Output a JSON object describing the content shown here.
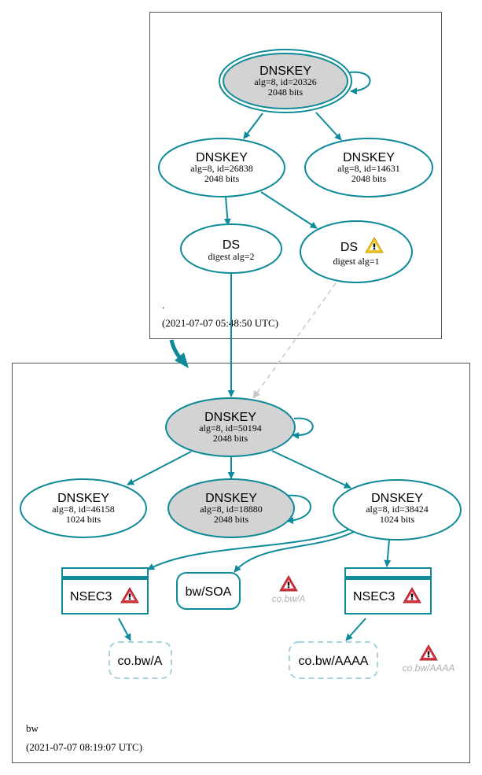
{
  "colors": {
    "teal": "#0e8a99",
    "grey_fill": "#d3d3d3",
    "dashed_blue": "#a8d2dc",
    "warning_yellow": "#f0c419",
    "error_red": "#d9333d",
    "dashed_grey": "#c8c8c8"
  },
  "root_zone": {
    "name": ".",
    "timestamp": "(2021-07-07 05:48:50 UTC)",
    "ksk": {
      "title": "DNSKEY",
      "line1": "alg=8, id=20326",
      "line2": "2048 bits"
    },
    "zsk1": {
      "title": "DNSKEY",
      "line1": "alg=8, id=26838",
      "line2": "2048 bits"
    },
    "zsk2": {
      "title": "DNSKEY",
      "line1": "alg=8, id=14631",
      "line2": "2048 bits"
    },
    "ds1": {
      "title": "DS",
      "line1": "digest alg=2"
    },
    "ds2": {
      "title": "DS",
      "line1": "digest alg=1",
      "icon": "warning-icon"
    }
  },
  "bw_zone": {
    "name": "bw",
    "timestamp": "(2021-07-07 08:19:07 UTC)",
    "ksk": {
      "title": "DNSKEY",
      "line1": "alg=8, id=50194",
      "line2": "2048 bits"
    },
    "key_a": {
      "title": "DNSKEY",
      "line1": "alg=8, id=46158",
      "line2": "1024 bits"
    },
    "key_b": {
      "title": "DNSKEY",
      "line1": "alg=8, id=18880",
      "line2": "2048 bits"
    },
    "key_c": {
      "title": "DNSKEY",
      "line1": "alg=8, id=38424",
      "line2": "1024 bits"
    },
    "nsec3_left": {
      "title": "NSEC3",
      "icon": "error-icon"
    },
    "nsec3_right": {
      "title": "NSEC3",
      "icon": "error-icon"
    },
    "soa": {
      "title": "bw/SOA"
    },
    "co_a": {
      "title": "co.bw/A"
    },
    "co_aaaa": {
      "title": "co.bw/AAAA"
    },
    "err_a": {
      "label": "co.bw/A",
      "icon": "error-icon"
    },
    "err_aaaa": {
      "label": "co.bw/AAAA",
      "icon": "error-icon"
    }
  }
}
